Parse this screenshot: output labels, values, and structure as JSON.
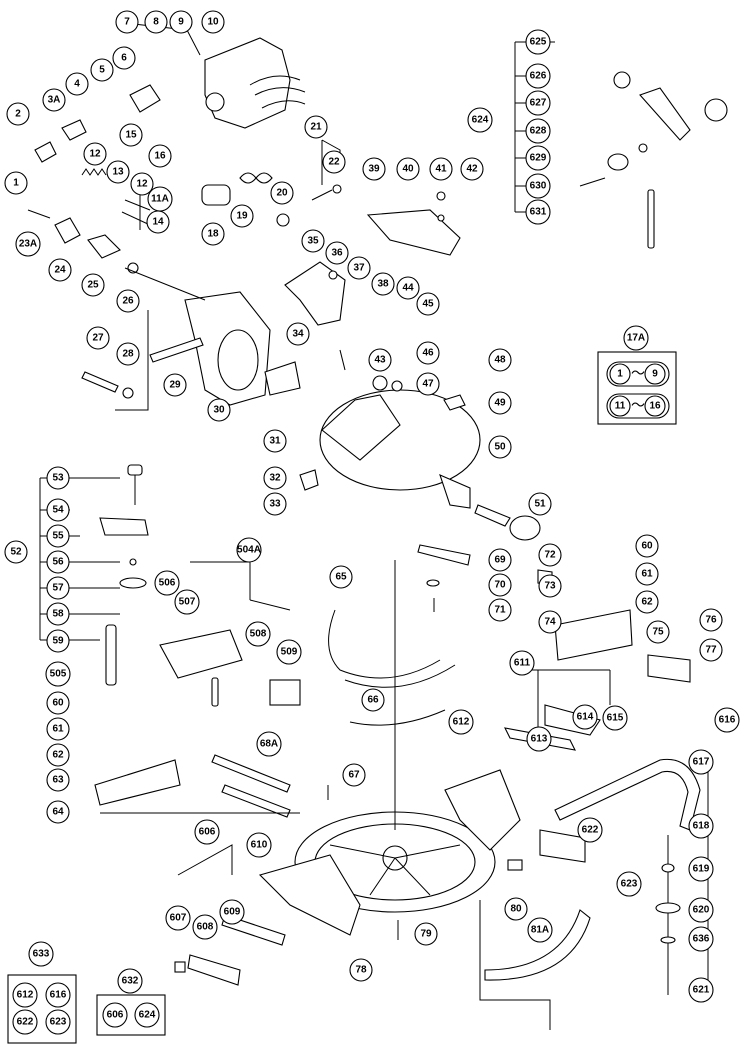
{
  "labels": {
    "p1": "1",
    "p2": "2",
    "p3A": "3A",
    "p4": "4",
    "p5": "5",
    "p6": "6",
    "p7": "7",
    "p8": "8",
    "p9": "9",
    "p10": "10",
    "p11A": "11A",
    "p12a": "12",
    "p12b": "12",
    "p13": "13",
    "p14": "14",
    "p15": "15",
    "p16": "16",
    "p17A": "17A",
    "p18": "18",
    "p19": "19",
    "p20": "20",
    "p21": "21",
    "p22": "22",
    "p23A": "23A",
    "p24": "24",
    "p25": "25",
    "p26": "26",
    "p27": "27",
    "p28": "28",
    "p29": "29",
    "p30": "30",
    "p31": "31",
    "p32": "32",
    "p33": "33",
    "p34": "34",
    "p35": "35",
    "p36": "36",
    "p37": "37",
    "p38": "38",
    "p39": "39",
    "p40": "40",
    "p41": "41",
    "p42": "42",
    "p43": "43",
    "p44": "44",
    "p45": "45",
    "p46": "46",
    "p47": "47",
    "p48": "48",
    "p49": "49",
    "p50": "50",
    "p51": "51",
    "p52": "52",
    "p53": "53",
    "p54": "54",
    "p55": "55",
    "p56": "56",
    "p57": "57",
    "p58": "58",
    "p59": "59",
    "p60a": "60",
    "p61a": "61",
    "p62a": "62",
    "p60b": "60",
    "p61b": "61",
    "p62b": "62",
    "p63": "63",
    "p64": "64",
    "p65": "65",
    "p66": "66",
    "p67": "67",
    "p68A": "68A",
    "p69": "69",
    "p70": "70",
    "p71": "71",
    "p72": "72",
    "p73": "73",
    "p74": "74",
    "p75": "75",
    "p76": "76",
    "p77": "77",
    "p78": "78",
    "p79": "79",
    "p80": "80",
    "p81A": "81A",
    "p504A": "504A",
    "p505": "505",
    "p506": "506",
    "p507": "507",
    "p508": "508",
    "p509": "509",
    "p606": "606",
    "p607": "607",
    "p608": "608",
    "p609": "609",
    "p610": "610",
    "p611": "611",
    "p612": "612",
    "p613": "613",
    "p614": "614",
    "p615": "615",
    "p616": "616",
    "p617": "617",
    "p618": "618",
    "p619": "619",
    "p620": "620",
    "p621": "621",
    "p622": "622",
    "p623": "623",
    "p624": "624",
    "p625": "625",
    "p626": "626",
    "p627": "627",
    "p628": "628",
    "p629": "629",
    "p630": "630",
    "p631": "631",
    "p632": "632",
    "p633": "633",
    "p636": "636"
  },
  "kit_17A": {
    "row1_from": "1",
    "row1_to": "9",
    "row2_from": "11",
    "row2_to": "16",
    "separator": "〜"
  },
  "kit_632": {
    "items": [
      "606",
      "624"
    ]
  },
  "kit_633": {
    "items": [
      "612",
      "616",
      "622",
      "623"
    ]
  }
}
